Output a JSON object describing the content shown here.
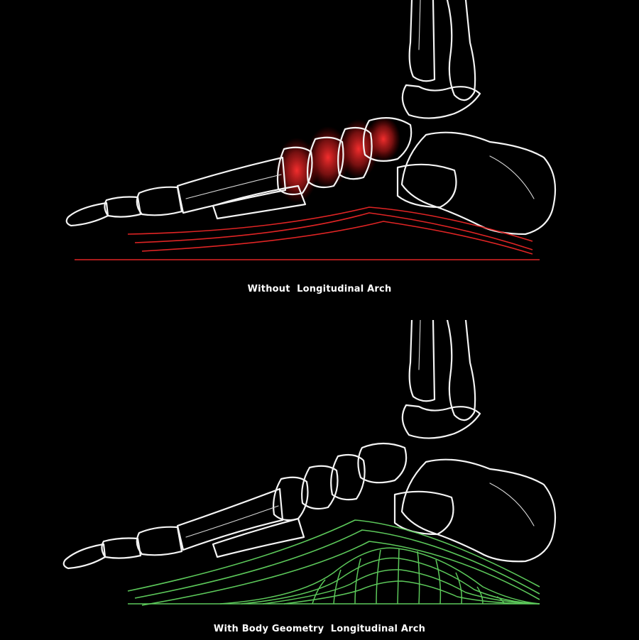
{
  "panels": [
    {
      "id": "without-arch",
      "caption": "Without  Longitudinal Arch",
      "arch_supported": false,
      "accent_color": "#e02424",
      "highlight": "midfoot-stress-glow"
    },
    {
      "id": "with-arch",
      "caption": "With Body Geometry  Longitudinal Arch",
      "arch_supported": true,
      "accent_color": "#5cc85a",
      "highlight": "arch-support-mesh"
    }
  ],
  "colors": {
    "background": "#000000",
    "bone_outline": "#f4f4f4",
    "stress": "#e02424",
    "support": "#5cc85a"
  }
}
